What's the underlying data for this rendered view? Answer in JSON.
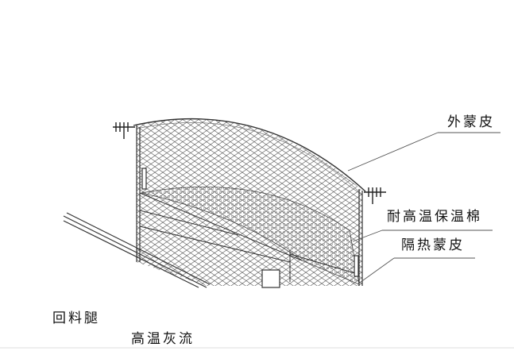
{
  "labels": {
    "outer_skin": "外蒙皮",
    "insulation_cotton": "耐高温保温棉",
    "insulation_skin": "隔热蒙皮",
    "return_leg": "回料腿",
    "ash_flow": "高温灰流"
  }
}
